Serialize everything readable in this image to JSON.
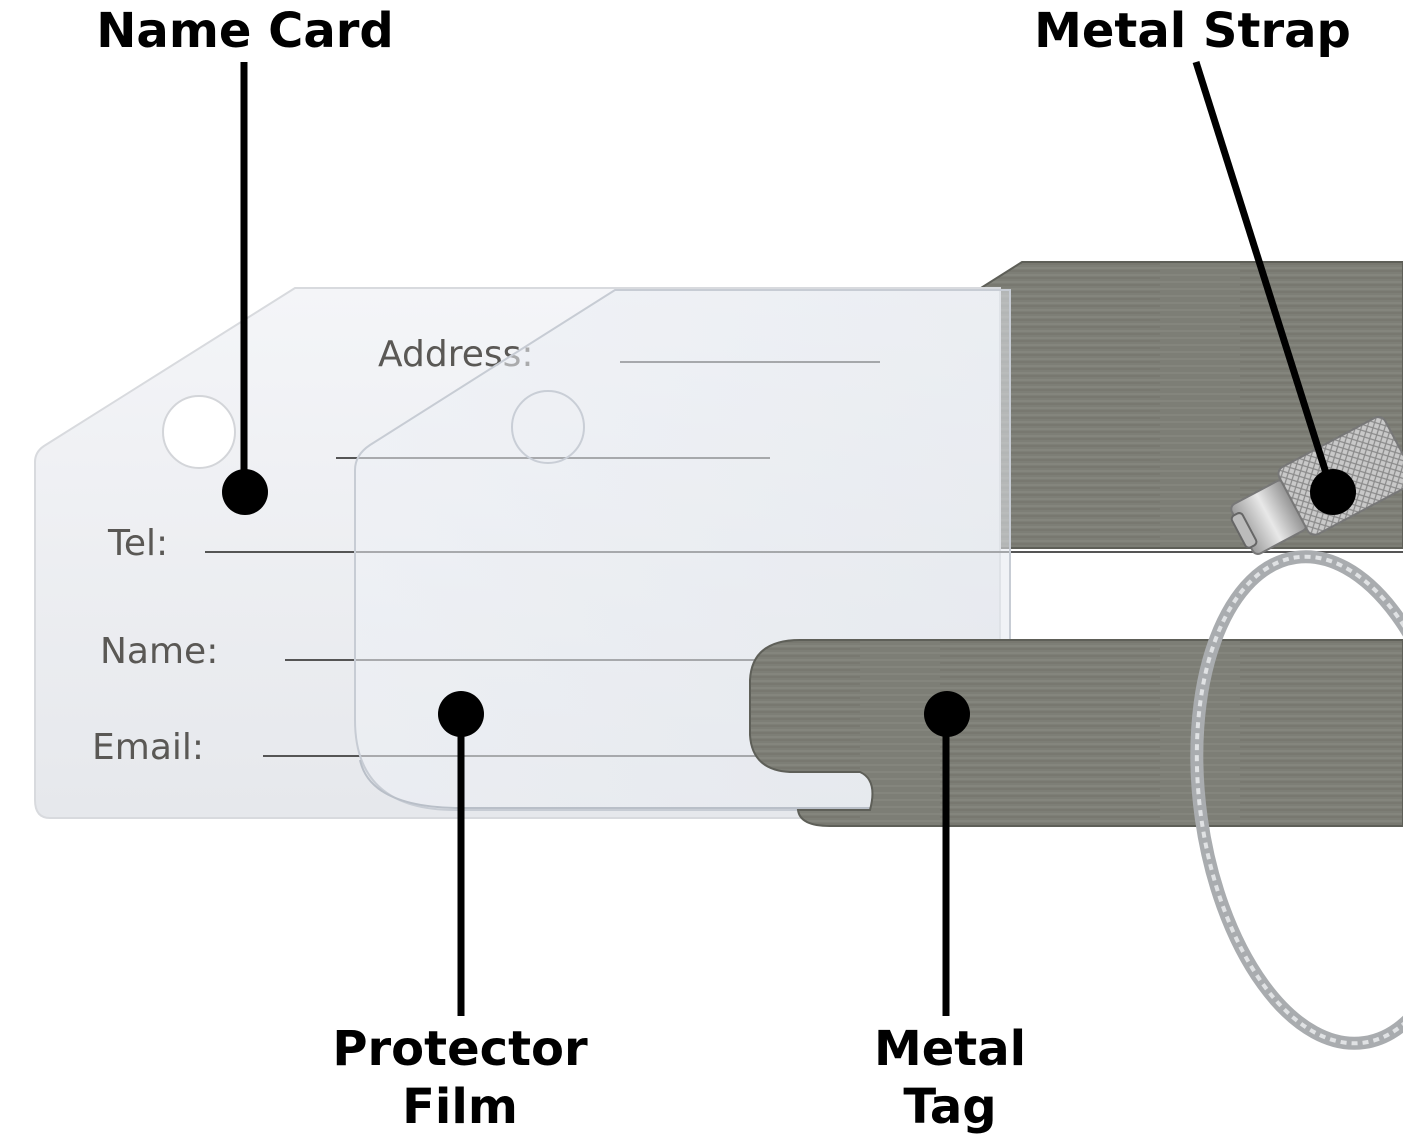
{
  "callouts": {
    "name_card": "Name Card",
    "metal_strap": "Metal Strap",
    "protector_film": [
      "Protector",
      "Film"
    ],
    "metal_tag": [
      "Metal",
      "Tag"
    ]
  },
  "card_fields": {
    "address": "Address:",
    "tel": "Tel:",
    "name": "Name:",
    "email": "Email:"
  },
  "colors": {
    "metal": "#7d7e76",
    "card": "#f1f2f5",
    "film": "#e9ecf1",
    "ink": "#000000",
    "field_text": "#5a5855"
  },
  "icons": [
    "name-card-marker-dot",
    "protector-marker-dot",
    "metal-tag-marker-dot",
    "metal-strap-marker-dot"
  ]
}
